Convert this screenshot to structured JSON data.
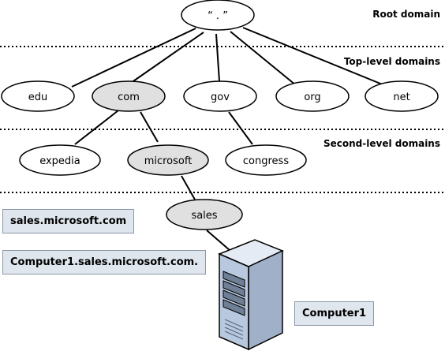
{
  "levels": {
    "root": "Root domain",
    "top": "Top-level domains",
    "second": "Second-level domains"
  },
  "nodes": {
    "root": "“ . ”",
    "edu": "edu",
    "com": "com",
    "gov": "gov",
    "org": "org",
    "net": "net",
    "expedia": "expedia",
    "microsoft": "microsoft",
    "congress": "congress",
    "sales": "sales"
  },
  "boxes": {
    "sales_fqdn": "sales.microsoft.com",
    "computer_fqdn": "Computer1.sales.microsoft.com.",
    "computer_name": "Computer1"
  },
  "colors": {
    "highlight_fill": "#e0e0e0",
    "plain_fill": "#ffffff",
    "box_fill": "#dfe6ee",
    "server_body": "#b8c8de"
  },
  "icons": {
    "server": "server-tower-icon"
  }
}
